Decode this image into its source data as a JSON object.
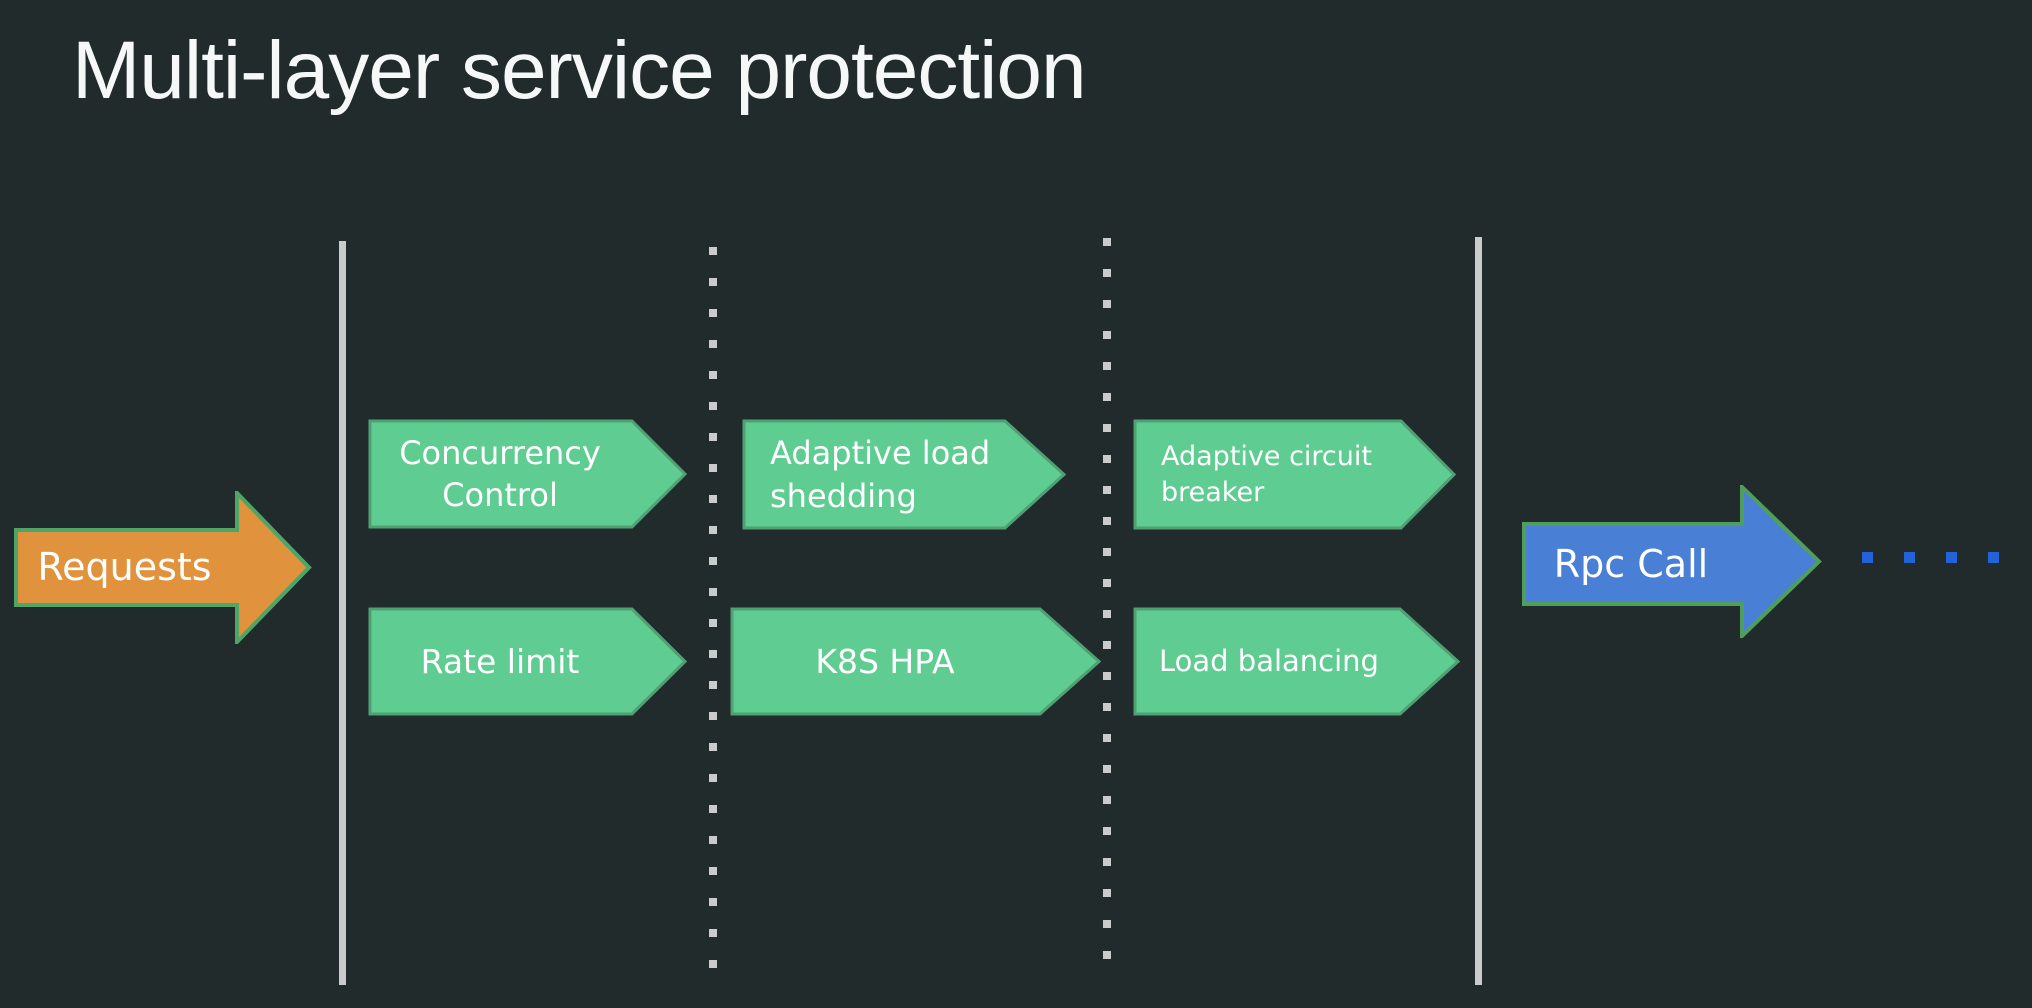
{
  "slide": {
    "title": "Multi-layer service protection"
  },
  "flow": {
    "input": {
      "label": "Requests"
    },
    "output": {
      "label": "Rpc Call"
    },
    "layers": [
      {
        "top": "Concurrency\nControl",
        "bottom": "Rate limit"
      },
      {
        "top": "Adaptive load\nshedding",
        "bottom": "K8S HPA"
      },
      {
        "top": "Adaptive circuit\nbreaker",
        "bottom": "Load balancing"
      }
    ],
    "trailing_dots_count": 4
  },
  "colors": {
    "background": "#212B2C",
    "title_text": "#F6F8F8",
    "stage_fill": "#5FCD92",
    "stage_border": "#4FA173",
    "input_fill": "#E0923C",
    "input_border": "#4FA567",
    "output_fill": "#4A7FD6",
    "output_border": "#4F9E5B",
    "trailing_dot": "#2363D9",
    "separator_line": "#C9CCCB",
    "shape_text": "#FFFFFF"
  }
}
